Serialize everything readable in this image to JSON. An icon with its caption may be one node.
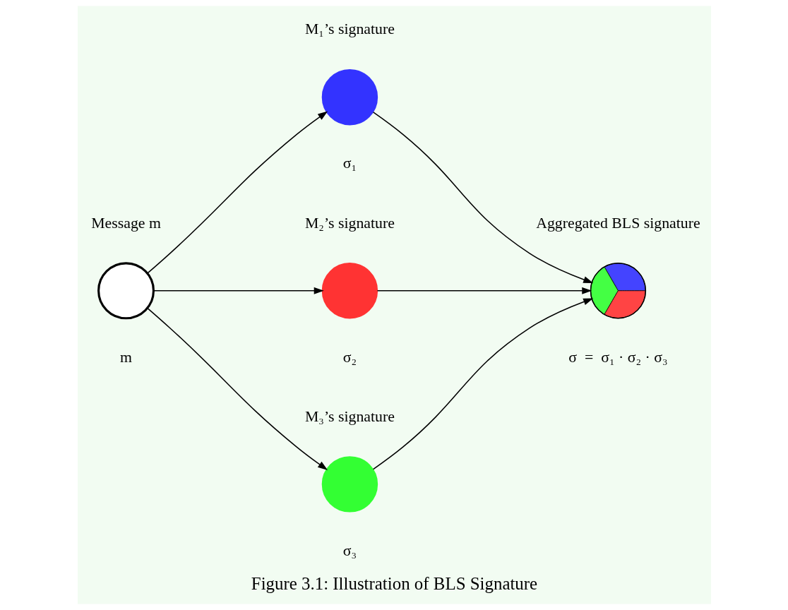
{
  "diagram": {
    "caption": "Figure 3.1: Illustration of BLS Signature",
    "nodes": [
      {
        "text": [],
        "shape": "circle",
        "beside": [
          "Message m",
          "m"
        ]
      },
      {
        "text": [],
        "shape": "circle",
        "beside": [
          "M₁’s signature",
          "σ₁"
        ]
      },
      {
        "text": [],
        "shape": "circle",
        "beside": [
          "M₂’s signature",
          "σ₂"
        ]
      },
      {
        "text": [],
        "shape": "circle",
        "beside": [
          "M₃’s signature",
          "σ₃"
        ]
      },
      {
        "text": [],
        "shape": "picture",
        "beside": [
          "Aggregated BLS signature",
          "σ  =  σ₁ · σ₂ · σ₃"
        ]
      }
    ],
    "edges": [
      {
        "from": 0,
        "to": 1,
        "arrow": "to"
      },
      {
        "from": 0,
        "to": 2,
        "arrow": "to"
      },
      {
        "from": 0,
        "to": 3,
        "arrow": "to"
      },
      {
        "from": 1,
        "to": 4,
        "arrow": "to"
      },
      {
        "from": 2,
        "to": 4,
        "arrow": "to"
      },
      {
        "from": 3,
        "to": 4,
        "arrow": "to"
      }
    ]
  }
}
